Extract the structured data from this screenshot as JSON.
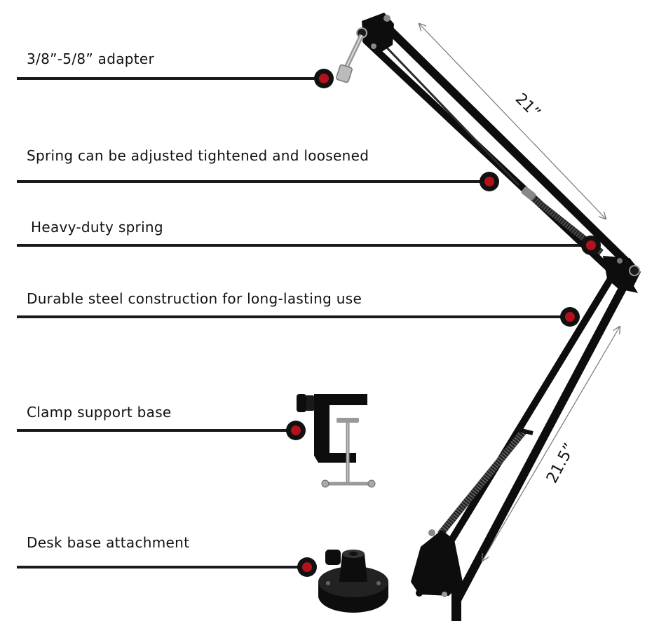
{
  "callouts": [
    {
      "id": "adapter",
      "label": "3/8”-5/8” adapter"
    },
    {
      "id": "spring-adjust",
      "label": "Spring can be adjusted tightened and loosened"
    },
    {
      "id": "heavy-spring",
      "label": "Heavy-duty spring"
    },
    {
      "id": "steel",
      "label": "Durable steel construction for long-lasting use"
    },
    {
      "id": "clamp",
      "label": "Clamp support base"
    },
    {
      "id": "desk-base",
      "label": "Desk base attachment"
    }
  ],
  "dimensions": {
    "upper_arm": "21”",
    "lower_arm": "21.5”"
  },
  "colors": {
    "line": "#1a1a1a",
    "marker_outer": "#111111",
    "marker_inner": "#b3121b",
    "arm": "#0d0d0d"
  }
}
